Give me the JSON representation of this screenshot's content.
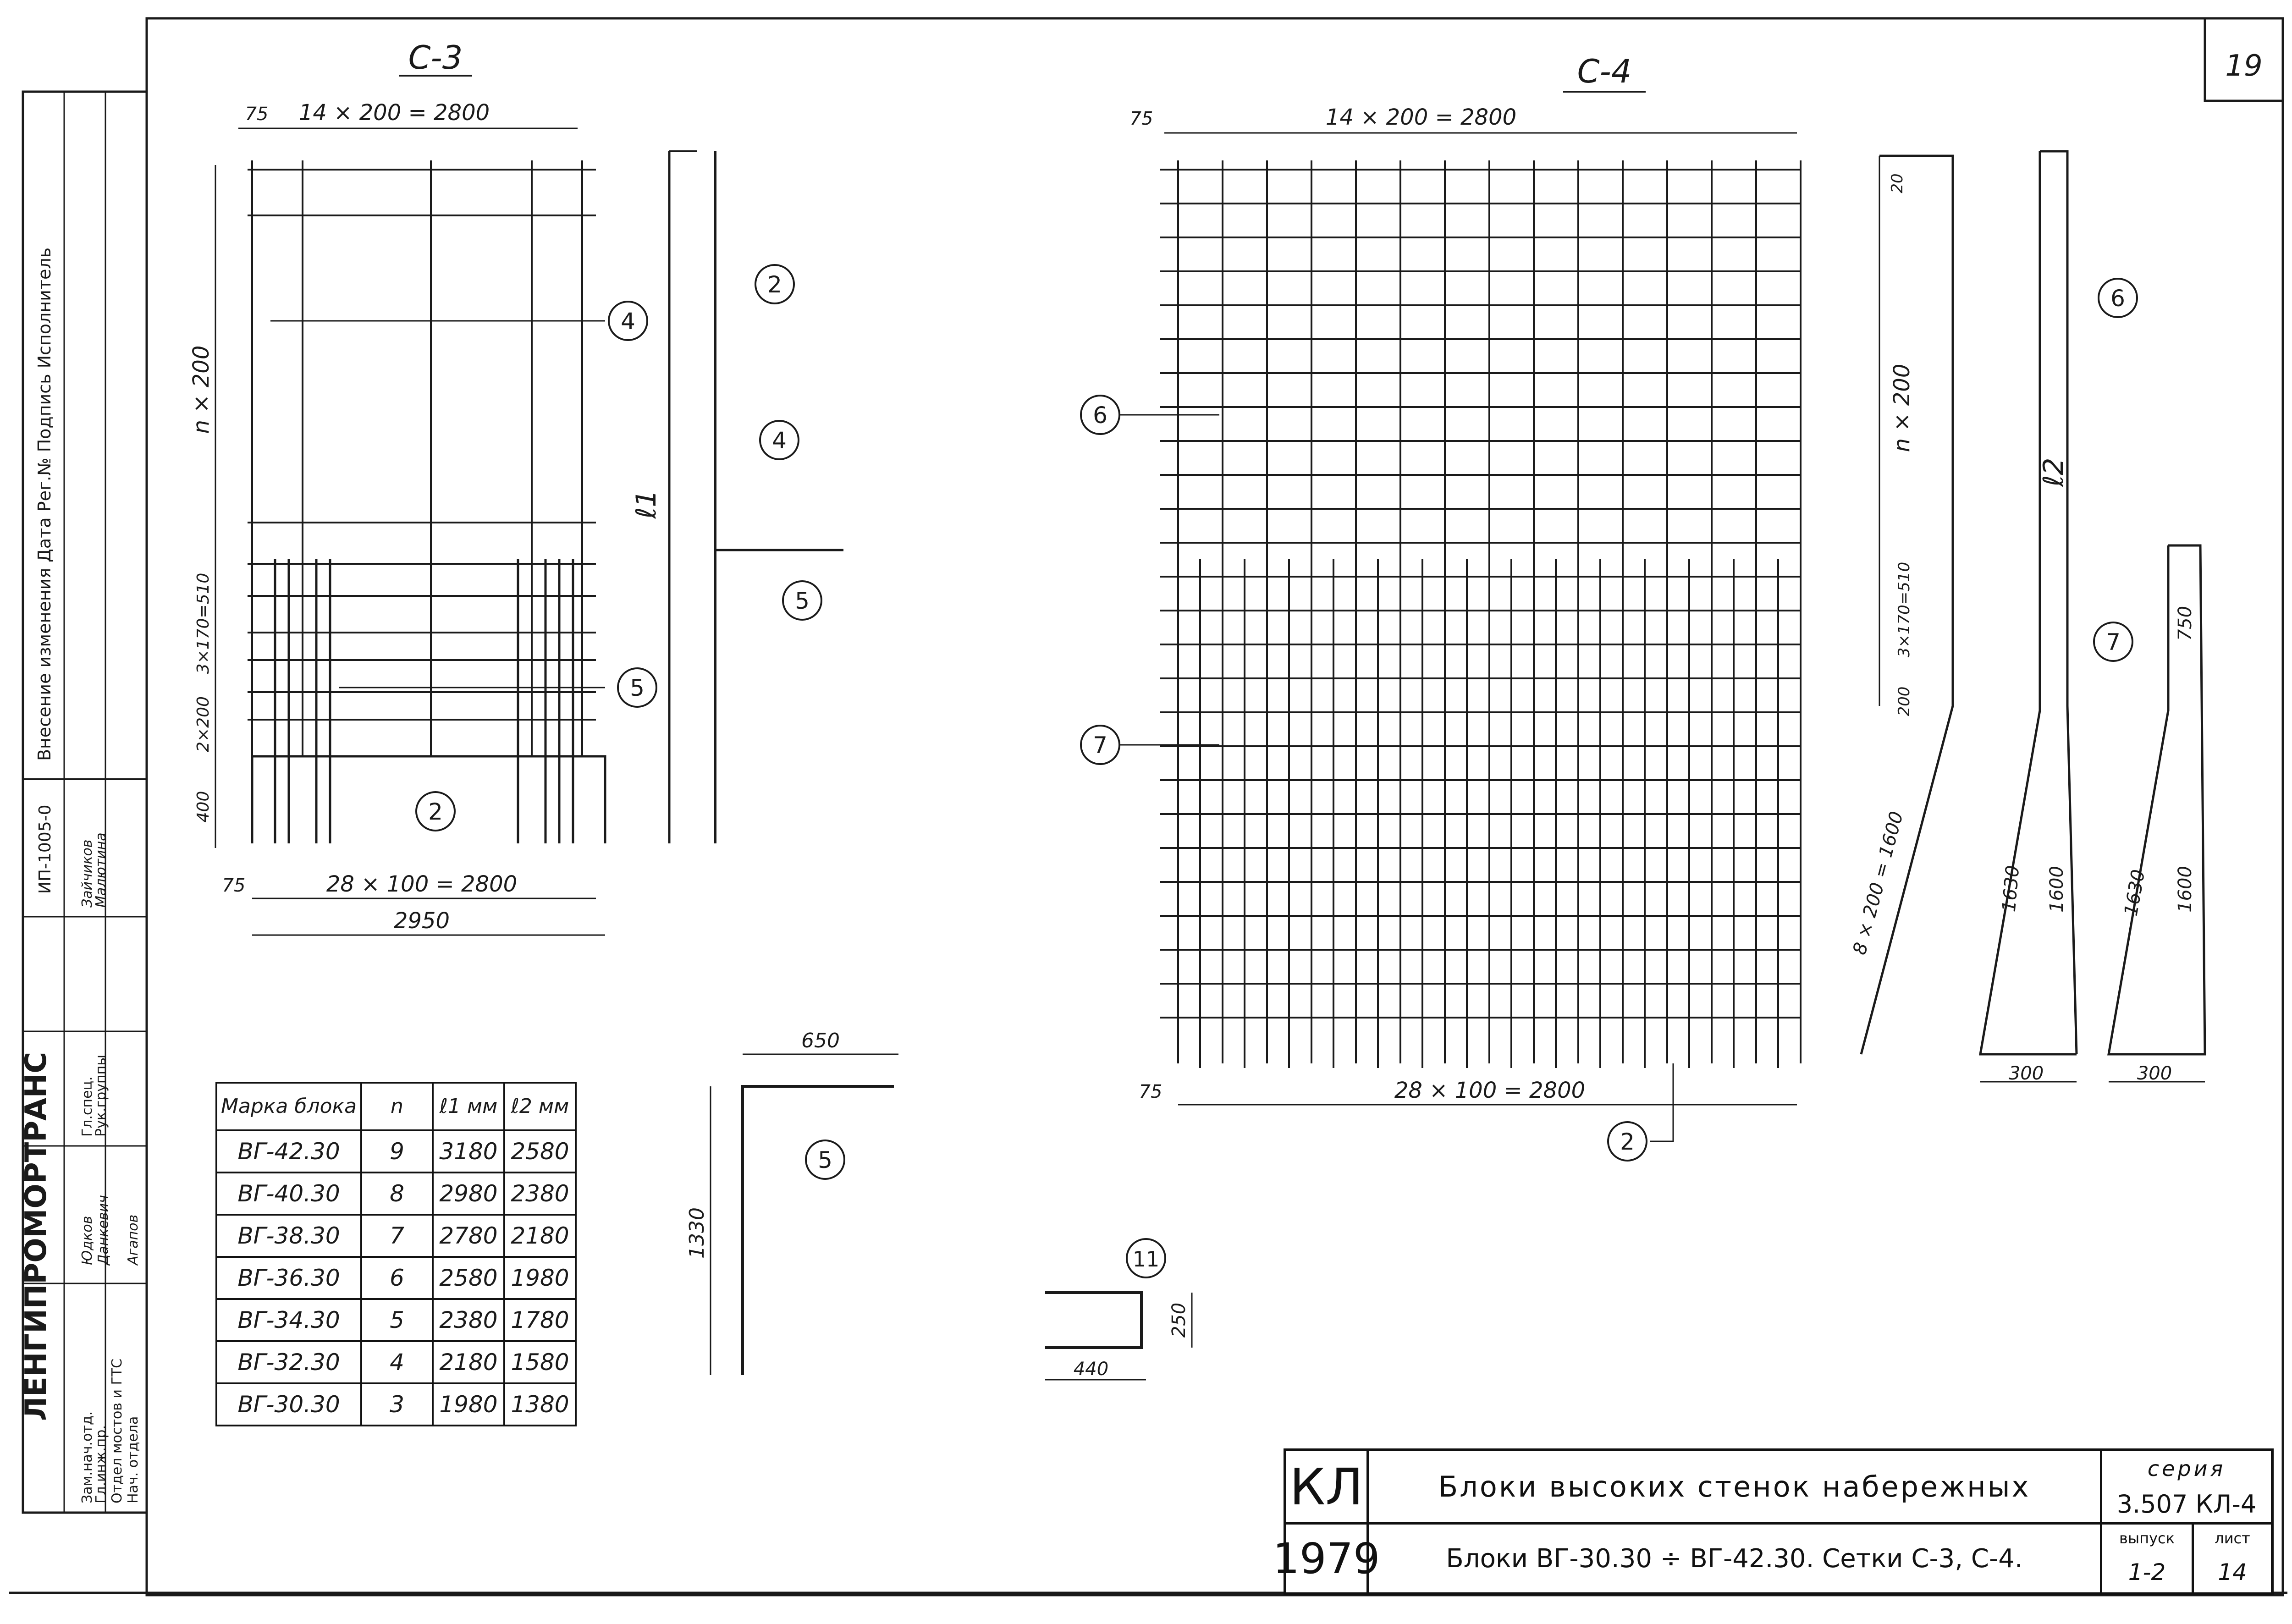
{
  "page_number": "19",
  "stamp": {
    "top_block": "Внесение изменения Дата Рег.№ Подпись Исполнитель",
    "org": "ЛЕНГИПРОМОРТРАНС",
    "code": "ИП-1005-0",
    "roles": [
      "Зам.нач.отд.",
      "Гл.инж.пр.",
      "Отдел мостов и ГТС",
      "Нач. отдела"
    ],
    "names": [
      "Юдков",
      "Данкевич",
      "Агапов"
    ],
    "roles2": [
      "Гл.спец.",
      "Рук.группы"
    ],
    "names2": [
      "Зайчиков",
      "Малютина"
    ]
  },
  "c3": {
    "title": "С-3",
    "top_dim": "14 × 200 = 2800",
    "dim_75": "75",
    "bottom_dim": "28 × 100 = 2800",
    "total_width": "2950",
    "left_dims": [
      "n × 200",
      "3×170=510",
      "2×200",
      "400"
    ],
    "side_label": "ℓ1"
  },
  "c4": {
    "title": "С-4",
    "top_dim": "14 × 200 = 2800",
    "dim_75": "75",
    "bottom_dim": "28 × 100 = 2800",
    "side_dims": [
      "20",
      "n × 200",
      "3×170=510",
      "200",
      "8 × 200 = 1600"
    ],
    "side_label": "ℓ2",
    "dims_bent": [
      "1630",
      "1600",
      "1630",
      "1600",
      "750"
    ],
    "dims_300": [
      "300",
      "300"
    ]
  },
  "callouts": {
    "n2": "2",
    "n4": "4",
    "n5": "5",
    "n6": "6",
    "n7": "7",
    "n11": "11"
  },
  "bar5": {
    "dim_top": "650",
    "dim_side": "1330"
  },
  "bar11": {
    "dim_w": "440",
    "dim_h": "250"
  },
  "table": {
    "headers": [
      "Марка блока",
      "n",
      "ℓ1 мм",
      "ℓ2 мм"
    ],
    "rows": [
      [
        "ВГ-42.30",
        "9",
        "3180",
        "2580"
      ],
      [
        "ВГ-40.30",
        "8",
        "2980",
        "2380"
      ],
      [
        "ВГ-38.30",
        "7",
        "2780",
        "2180"
      ],
      [
        "ВГ-36.30",
        "6",
        "2580",
        "1980"
      ],
      [
        "ВГ-34.30",
        "5",
        "2380",
        "1780"
      ],
      [
        "ВГ-32.30",
        "4",
        "2180",
        "1580"
      ],
      [
        "ВГ-30.30",
        "3",
        "1980",
        "1380"
      ]
    ]
  },
  "title_block": {
    "org": "КЛ",
    "year": "1979",
    "title1": "Блоки высоких стенок набережных",
    "title2": "Блоки ВГ-30.30 ÷ ВГ-42.30. Сетки С-3, С-4.",
    "series_label": "серия",
    "series": "3.507 КЛ-4",
    "issue_label": "выпуск",
    "issue": "1-2",
    "sheet_label": "лист",
    "sheet": "14"
  }
}
